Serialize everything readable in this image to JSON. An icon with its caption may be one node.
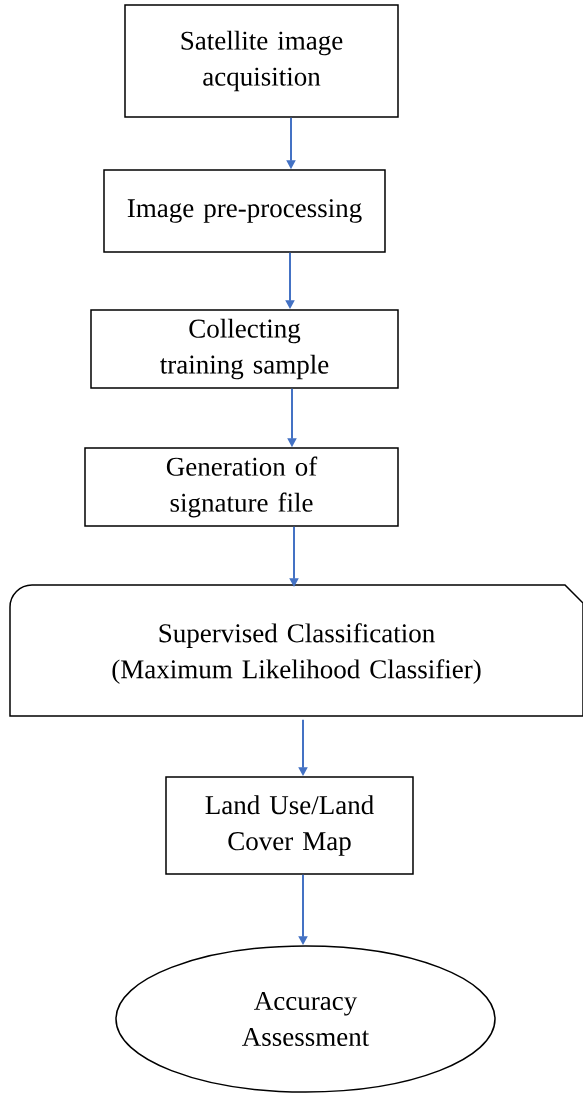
{
  "diagram": {
    "nodes": [
      {
        "text": [
          "Satellite image acquisition"
        ]
      },
      {
        "text": [
          "Image pre-processing"
        ]
      },
      {
        "text": [
          "Collecting training sample"
        ]
      },
      {
        "text": [
          "Generation of signature file"
        ]
      },
      {
        "text": [
          "Supervised Classification (Maximum Likelihood Classifier)"
        ]
      },
      {
        "text": [
          "Land Use/Land Cover Map"
        ]
      },
      {
        "text": [
          "Accuracy Assessment"
        ]
      }
    ],
    "edges": [
      {
        "from": 0,
        "to": 1,
        "arrow": "to"
      },
      {
        "from": 1,
        "to": 2,
        "arrow": "to"
      },
      {
        "from": 2,
        "to": 3,
        "arrow": "to"
      },
      {
        "from": 3,
        "to": 4,
        "arrow": "to"
      },
      {
        "from": 4,
        "to": 5,
        "arrow": "to"
      },
      {
        "from": 5,
        "to": 6,
        "arrow": "to"
      }
    ]
  }
}
